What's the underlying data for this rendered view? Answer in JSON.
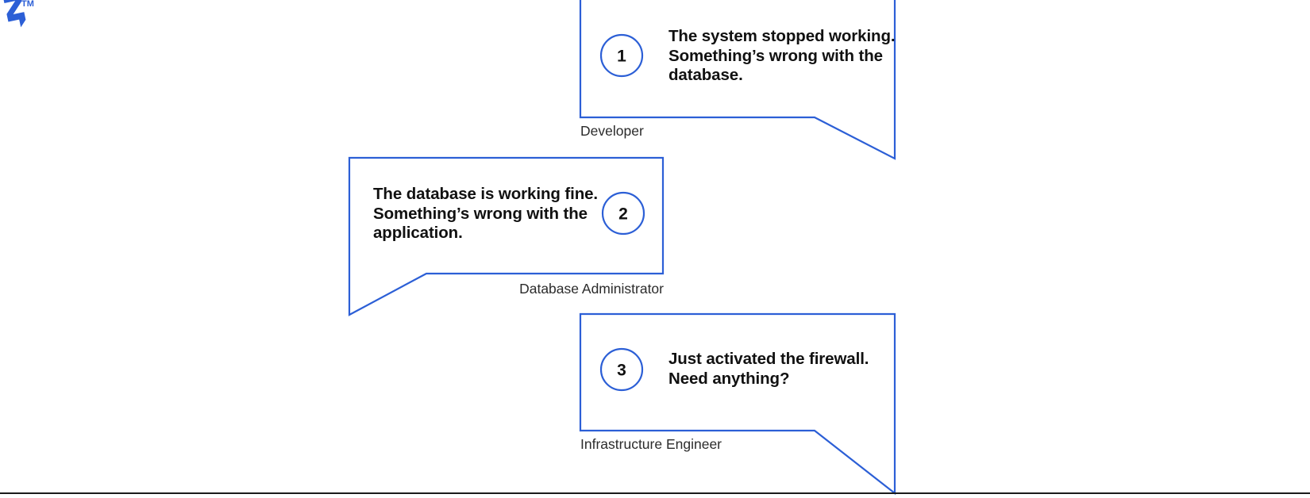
{
  "brand": {
    "logo_name": "zabbix-logo",
    "trademark": "TM",
    "color": "#2C5FD6"
  },
  "theme": {
    "bubble_stroke": "#2C5FD6",
    "text_color": "#111111",
    "caption_color": "#2b2b2b",
    "rule_color": "#1b1b1b",
    "background": "#ffffff"
  },
  "bubbles": [
    {
      "number": "1",
      "message": "The system stopped working.\nSomething’s wrong with the\ndatabase.",
      "caption": "Developer",
      "tail": "bottom-right",
      "layout": "circle-left"
    },
    {
      "number": "2",
      "message": "The database is working fine.\nSomething’s wrong with the\napplication.",
      "caption": "Database Administrator",
      "tail": "bottom-left",
      "layout": "circle-right"
    },
    {
      "number": "3",
      "message": "Just activated the firewall.\nNeed anything?",
      "caption": "Infrastructure Engineer",
      "tail": "bottom-right",
      "layout": "circle-left"
    }
  ]
}
